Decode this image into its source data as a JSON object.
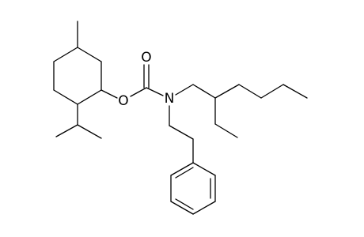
{
  "molecule": {
    "atoms": {
      "carbonyl_oxygen": "O",
      "ester_oxygen": "O",
      "nitrogen": "N"
    }
  },
  "colors": {
    "background": "#ffffff",
    "bond": "#000000",
    "label": "#000000"
  }
}
